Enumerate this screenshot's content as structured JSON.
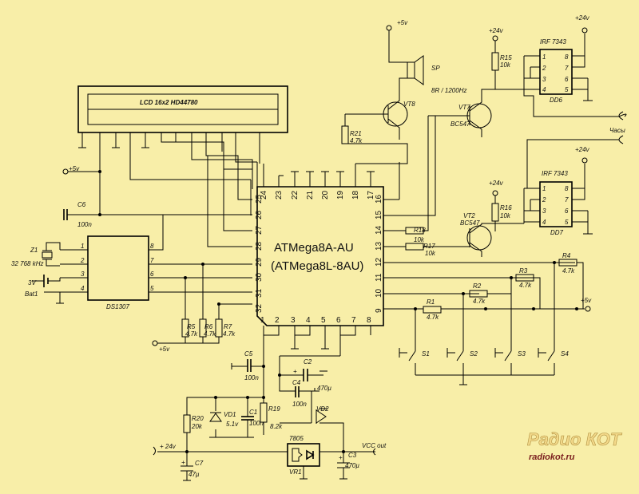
{
  "labels": {
    "v5": "+5v",
    "v5s": "+5v",
    "v5p": "+5v",
    "v24": "+24v",
    "v24in": "+ 24v",
    "vcc_out": "VCC out",
    "clock": "Часы",
    "plus": "+"
  },
  "components": {
    "lcd": "LCD 16x2 HD44780",
    "ds1307": "DS1307",
    "mcu": {
      "name": "ATMega8A-AU",
      "alt": "(ATMega8L-8AU)"
    },
    "c6": {
      "name": "C6",
      "value": "100n"
    },
    "c5": {
      "name": "C5",
      "value": "100n"
    },
    "c2": {
      "name": "C2",
      "value": "470µ"
    },
    "c4": {
      "name": "C4",
      "value": "100n"
    },
    "c1": {
      "name": "C1",
      "value": "100n"
    },
    "c3": {
      "name": "C3",
      "value": "470µ"
    },
    "c7": {
      "name": "C7",
      "value": "47µ"
    },
    "z1": {
      "name": "Z1",
      "value": "32 768 kHz"
    },
    "bat1": {
      "name": "Bat1",
      "value": "3V"
    },
    "r5": {
      "name": "R5",
      "value": "4.7k"
    },
    "r6": {
      "name": "R6",
      "value": "4.7k"
    },
    "r7": {
      "name": "R7",
      "value": "4.7k"
    },
    "r19": {
      "name": "R19",
      "value": "8.2k"
    },
    "r20": {
      "name": "R20",
      "value": "20k"
    },
    "r21": {
      "name": "R21",
      "value": "4.7k"
    },
    "r15": {
      "name": "R15",
      "value": "10k"
    },
    "r16": {
      "name": "R16",
      "value": "10k"
    },
    "r17": {
      "name": "R17",
      "value": "10k"
    },
    "r18": {
      "name": "R18",
      "value": "10k"
    },
    "r1": {
      "name": "R1",
      "value": "4.7k"
    },
    "r2": {
      "name": "R2",
      "value": "4.7k"
    },
    "r3": {
      "name": "R3",
      "value": "4.7k"
    },
    "r4": {
      "name": "R4",
      "value": "4.7k"
    },
    "vd1": {
      "name": "VD1",
      "value": "5.1v"
    },
    "vd2": "VD2",
    "vr1": {
      "model": "7805",
      "name": "VR1"
    },
    "sp": {
      "name": "SP",
      "value": "8R / 1200Hz"
    },
    "vt8": "VT8",
    "vt7": "VT7",
    "vt7_model": "BC547",
    "vt2": "VT2",
    "vt2_model": "BC547",
    "dd6": {
      "model": "IRF 7343",
      "name": "DD6"
    },
    "dd7": {
      "model": "IRF 7343",
      "name": "DD7"
    },
    "s1": "S1",
    "s2": "S2",
    "s3": "S3",
    "s4": "S4"
  },
  "pins": {
    "ds": {
      "p1": "1",
      "p2": "2",
      "p3": "3",
      "p4": "4",
      "p5": "5",
      "p6": "6",
      "p7": "7",
      "p8": "8"
    },
    "dd": {
      "p1": "1",
      "p2": "2",
      "p3": "3",
      "p4": "4",
      "p5": "5",
      "p6": "6",
      "p7": "7",
      "p8": "8"
    },
    "mcu": {
      "p1": "1",
      "p2": "2",
      "p3": "3",
      "p4": "4",
      "p5": "5",
      "p6": "6",
      "p7": "7",
      "p8": "8",
      "p9": "9",
      "p10": "10",
      "p11": "11",
      "p12": "12",
      "p13": "13",
      "p14": "14",
      "p15": "15",
      "p16": "16",
      "p17": "17",
      "p18": "18",
      "p19": "19",
      "p20": "20",
      "p21": "21",
      "p22": "22",
      "p23": "23",
      "p24": "24",
      "p25": "25",
      "p26": "26",
      "p27": "27",
      "p28": "28",
      "p29": "29",
      "p30": "30",
      "p31": "31",
      "p32": "32"
    }
  },
  "watermark": {
    "title": "Радио КОТ",
    "site": "radiokot.ru"
  }
}
